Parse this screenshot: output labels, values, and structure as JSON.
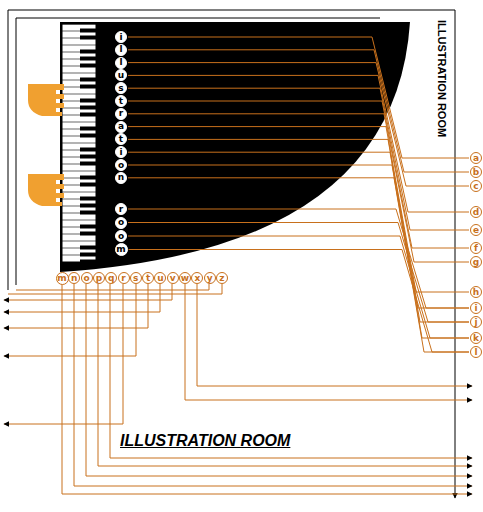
{
  "diagram": {
    "title": "ILLUSTRATION ROOM",
    "nodes": [
      {
        "text": [
          "i"
        ]
      },
      {
        "text": [
          "l"
        ]
      },
      {
        "text": [
          "l"
        ]
      },
      {
        "text": [
          "u"
        ]
      },
      {
        "text": [
          "s"
        ]
      },
      {
        "text": [
          "t"
        ]
      },
      {
        "text": [
          "r"
        ]
      },
      {
        "text": [
          "a"
        ]
      },
      {
        "text": [
          "t"
        ]
      },
      {
        "text": [
          "i"
        ]
      },
      {
        "text": [
          "o"
        ]
      },
      {
        "text": [
          "n"
        ]
      },
      {
        "text": [
          "r"
        ]
      },
      {
        "text": [
          "o"
        ]
      },
      {
        "text": [
          "o"
        ]
      },
      {
        "text": [
          "m"
        ]
      },
      {
        "text": [
          "a"
        ]
      },
      {
        "text": [
          "b"
        ]
      },
      {
        "text": [
          "c"
        ]
      },
      {
        "text": [
          "d"
        ]
      },
      {
        "text": [
          "e"
        ]
      },
      {
        "text": [
          "f"
        ]
      },
      {
        "text": [
          "g"
        ]
      },
      {
        "text": [
          "h"
        ]
      },
      {
        "text": [
          "i"
        ]
      },
      {
        "text": [
          "j"
        ]
      },
      {
        "text": [
          "k"
        ]
      },
      {
        "text": [
          "l"
        ]
      },
      {
        "text": [
          "m"
        ]
      },
      {
        "text": [
          "n"
        ]
      },
      {
        "text": [
          "o"
        ]
      },
      {
        "text": [
          "p"
        ]
      },
      {
        "text": [
          "q"
        ]
      },
      {
        "text": [
          "r"
        ]
      },
      {
        "text": [
          "s"
        ]
      },
      {
        "text": [
          "t"
        ]
      },
      {
        "text": [
          "u"
        ]
      },
      {
        "text": [
          "v"
        ]
      },
      {
        "text": [
          "w"
        ]
      },
      {
        "text": [
          "x"
        ]
      },
      {
        "text": [
          "y"
        ]
      },
      {
        "text": [
          "z"
        ]
      }
    ],
    "edges": [
      {
        "from": 0,
        "to": 16,
        "arrow": "none"
      },
      {
        "from": 1,
        "to": 17,
        "arrow": "none"
      },
      {
        "from": 2,
        "to": 18,
        "arrow": "none"
      },
      {
        "from": 3,
        "to": 19,
        "arrow": "none"
      },
      {
        "from": 4,
        "to": 20,
        "arrow": "none"
      },
      {
        "from": 5,
        "to": 21,
        "arrow": "none"
      },
      {
        "from": 6,
        "to": 22,
        "arrow": "none"
      },
      {
        "from": 7,
        "to": 23,
        "arrow": "none"
      },
      {
        "from": 8,
        "to": 24,
        "arrow": "none"
      },
      {
        "from": 9,
        "to": 25,
        "arrow": "none"
      },
      {
        "from": 10,
        "to": 26,
        "arrow": "none"
      },
      {
        "from": 11,
        "to": 27,
        "arrow": "none"
      },
      {
        "from": 12,
        "to": 24,
        "arrow": "none"
      },
      {
        "from": 13,
        "to": 25,
        "arrow": "none"
      },
      {
        "from": 14,
        "to": 26,
        "arrow": "none"
      },
      {
        "from": 15,
        "to": 27,
        "arrow": "none"
      }
    ],
    "labels": [
      "ILLUSTRATION ROOM"
    ]
  }
}
